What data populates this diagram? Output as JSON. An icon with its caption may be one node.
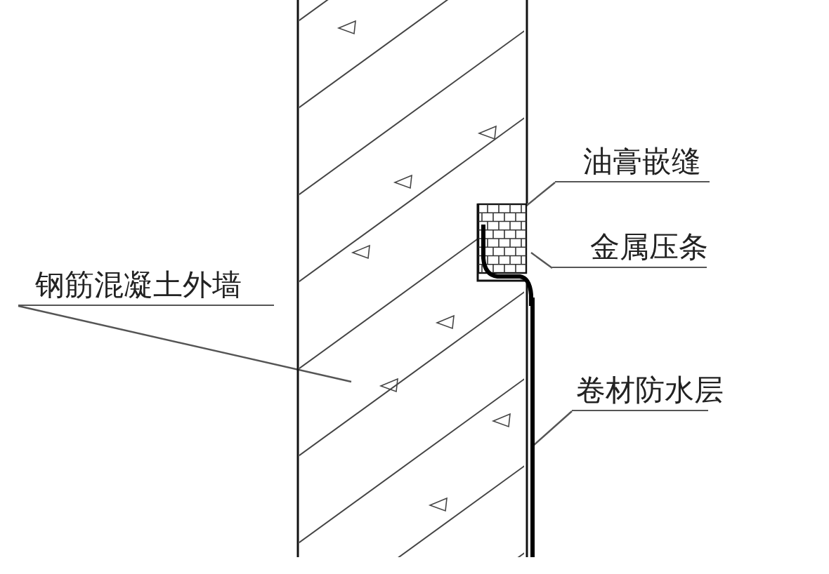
{
  "diagram": {
    "nodes": [
      {
        "text": [
          "钢筋混凝土外墙"
        ]
      },
      {
        "text": [],
        "shape": "box"
      },
      {
        "text": [
          "油膏嵌缝"
        ]
      },
      {
        "text": [],
        "shape": "box",
        "in": 1
      },
      {
        "text": [
          "金属压条"
        ]
      },
      {
        "text": [],
        "shape": "bar"
      },
      {
        "text": [
          "卷材防水层"
        ]
      },
      {
        "text": [],
        "shape": "bar"
      }
    ],
    "edges": [
      {
        "from": 0,
        "to": 1,
        "arrow": "none"
      },
      {
        "from": 2,
        "to": 3,
        "arrow": "none"
      },
      {
        "from": 4,
        "to": 5,
        "arrow": "none"
      },
      {
        "from": 6,
        "to": 7,
        "arrow": "none"
      }
    ]
  }
}
